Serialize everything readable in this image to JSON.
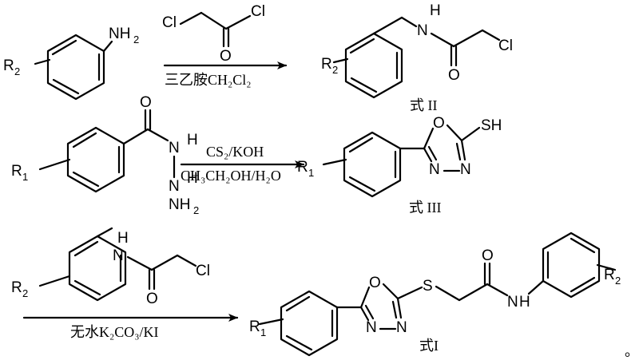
{
  "atoms": {
    "nh2_1": "NH",
    "nh2_1_sub": "2",
    "cl": "Cl",
    "o": "O",
    "nh": "H",
    "n": "N",
    "r2": "R",
    "r2_sub": "2",
    "r1": "R",
    "r1_sub": "1",
    "sh": "SH",
    "s": "S",
    "nh2": "NH",
    "nh2_sub": "2"
  },
  "reaction1": {
    "condition_below": "三乙胺CH₂Cl₂",
    "product_label": "式 II"
  },
  "reaction2": {
    "condition_above": "CS₂/KOH",
    "condition_below": "CH₃CH₂OH/H₂O",
    "product_label": "式 III"
  },
  "reaction3": {
    "condition_below": "无水K₂CO₃/KI",
    "product_label": "式I"
  },
  "trailing_mark": "。"
}
